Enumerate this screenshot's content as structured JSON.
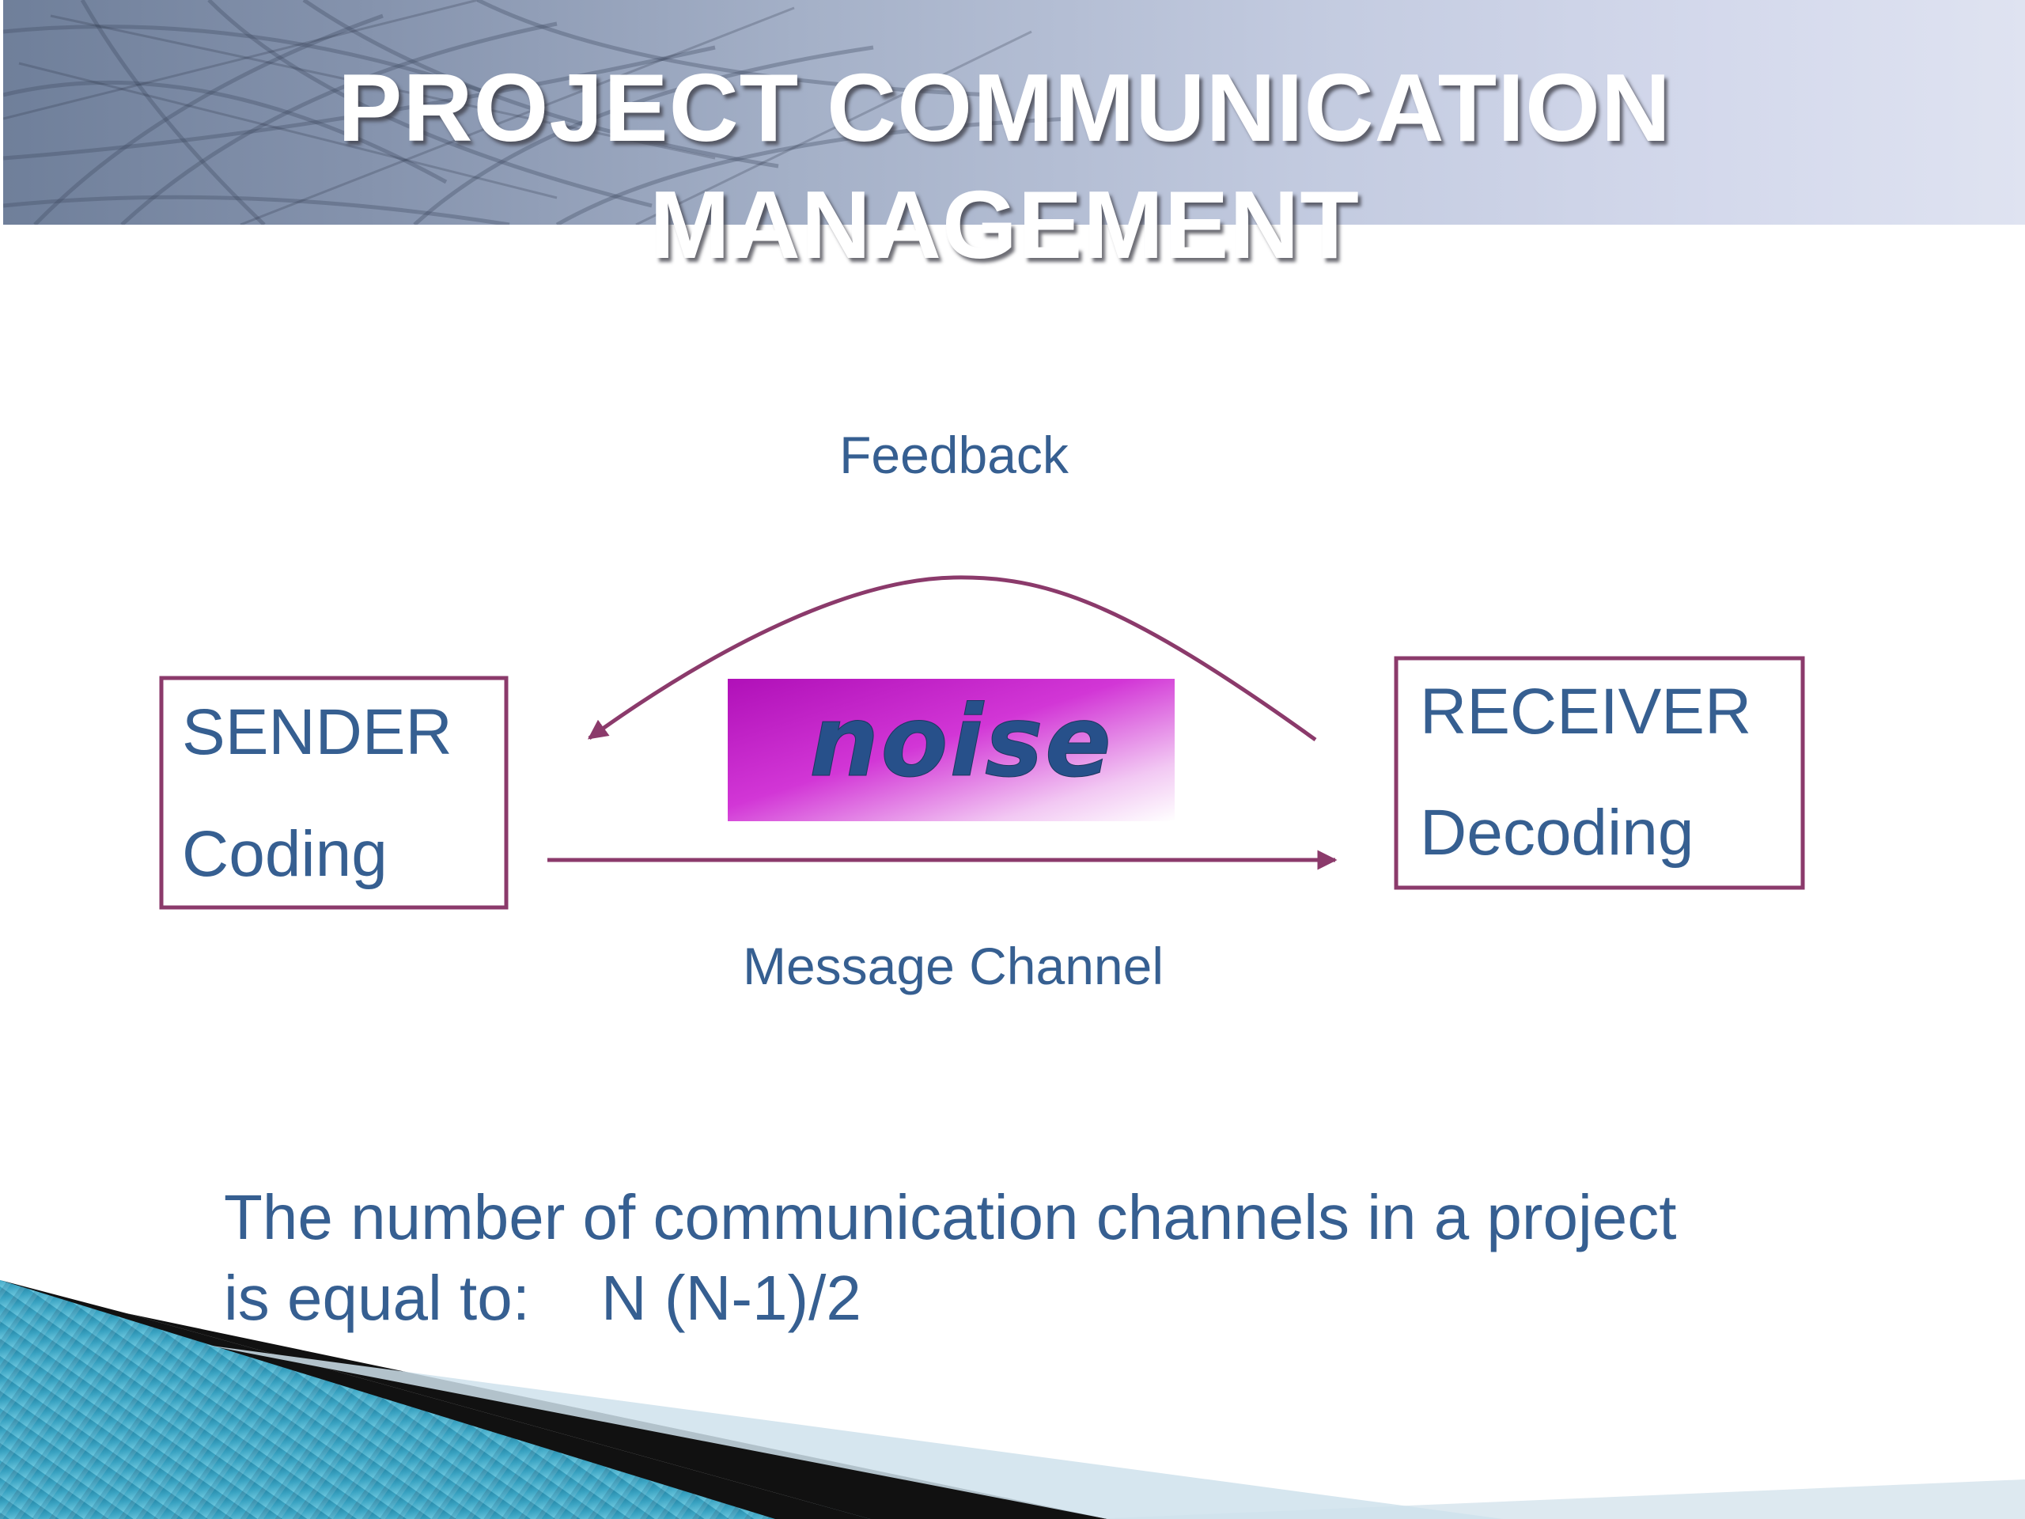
{
  "slide": {
    "title_line1": "PROJECT COMMUNICATION",
    "title_line2": "MANAGEMENT"
  },
  "diagram": {
    "feedback_label": "Feedback",
    "sender_title": "SENDER",
    "sender_subtitle": "Coding",
    "noise_label": "noise",
    "receiver_title": "RECEIVER",
    "receiver_subtitle": "Decoding",
    "channel_label": "Message Channel"
  },
  "footer": {
    "statement_line1": "The number of communication channels in a project",
    "statement_line2": "is equal to:",
    "formula": "N (N-1)/2"
  },
  "colors": {
    "text_blue": "#365f91",
    "arrow_maroon": "#8b3a6b",
    "noise_magenta": "#c21bc6",
    "accent_teal": "#3aa3c2"
  }
}
